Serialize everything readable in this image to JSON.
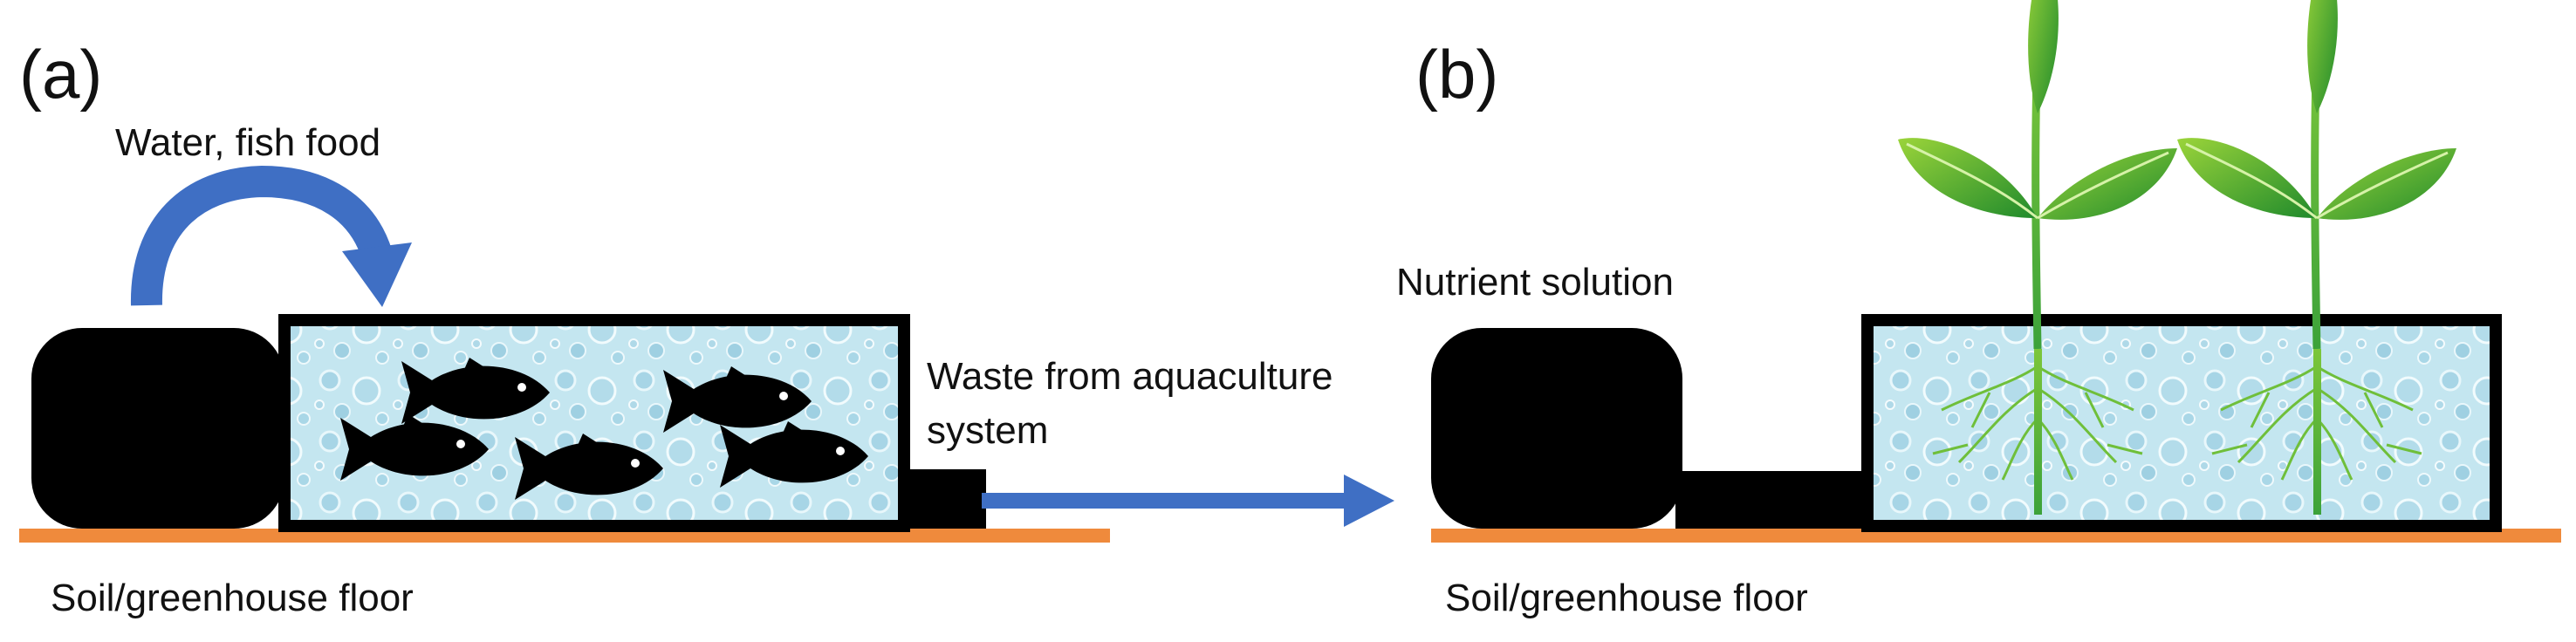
{
  "panels": {
    "a": {
      "label": "(a)",
      "input_label": "Water, fish food",
      "output_label_line1": "Waste from aquaculture",
      "output_label_line2": "system",
      "floor_label": "Soil/greenhouse floor"
    },
    "b": {
      "label": "(b)",
      "reservoir_label": "Nutrient solution",
      "floor_label": "Soil/greenhouse floor"
    }
  },
  "colors": {
    "arrow_blue": "#3f6fc4",
    "floor_orange": "#ef8a3c",
    "tank_outline": "#000000",
    "water_fill": "#bfe3ee",
    "fish": "#000000",
    "plant_green": "#3aa532",
    "root_green": "#6fbf3a"
  },
  "icons": [
    "fish-icon",
    "plant-icon",
    "curved-arrow-icon",
    "right-arrow-icon"
  ]
}
